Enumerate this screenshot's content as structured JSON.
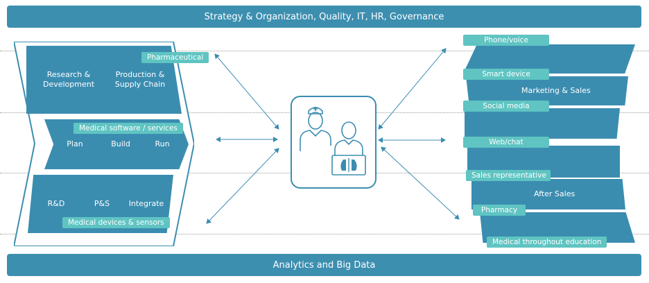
{
  "top_banner": "Strategy & Organization, Quality, IT, HR, Governance",
  "bottom_banner": "Analytics and Big Data",
  "left": {
    "research_development": "Research & Development",
    "production_supply": "Production & Supply Chain",
    "plan": "Plan",
    "build": "Build",
    "run": "Run",
    "rd": "R&D",
    "ps": "P&S",
    "integrate": "Integrate",
    "tag_pharmaceutical": "Pharmaceutical",
    "tag_software": "Medical software / services",
    "tag_devices": "Medical devices & sensors"
  },
  "right": {
    "marketing_sales": "Marketing & Sales",
    "after_sales": "After Sales",
    "tag_phone": "Phone/voice",
    "tag_smart": "Smart device",
    "tag_social": "Social media",
    "tag_web": "Web/chat",
    "tag_rep": "Sales representative",
    "tag_pharmacy": "Pharmacy",
    "tag_education": "Medical throughout education"
  },
  "colors": {
    "dark_blue": "#3b8db0",
    "teal": "#5fc4c2",
    "banner": "#3d8fb0"
  },
  "icons": [
    "doctor-icon",
    "patient-icon",
    "xray-icon"
  ]
}
